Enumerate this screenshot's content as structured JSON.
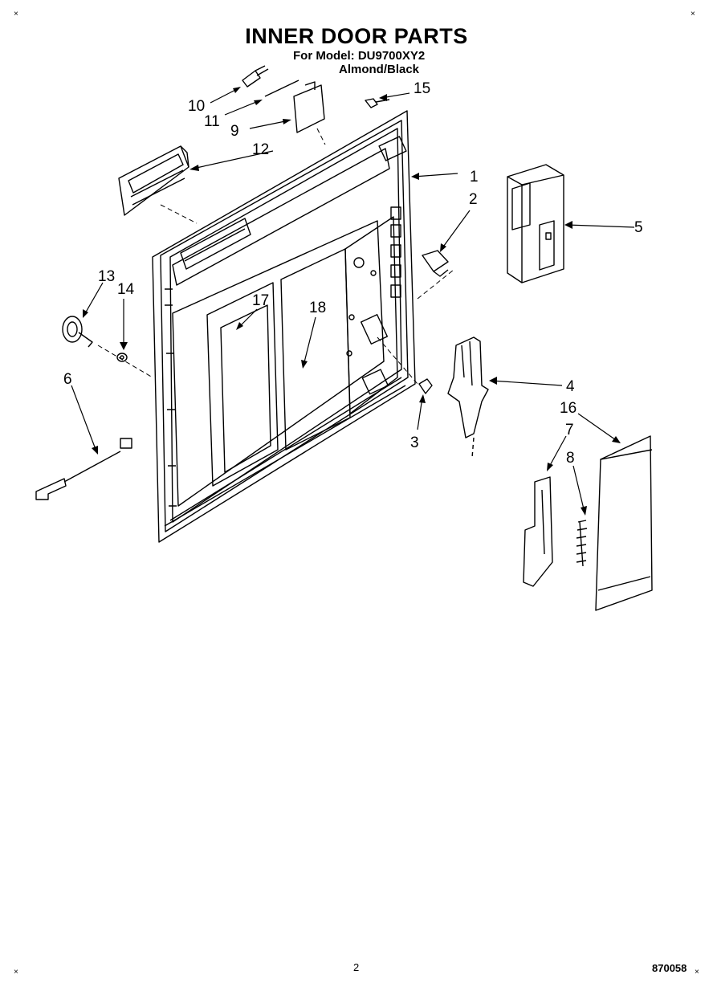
{
  "header": {
    "title": "INNER DOOR PARTS",
    "model_line": "For Model: DU9700XY2",
    "color_line": "Almond/Black"
  },
  "footer": {
    "page_number": "2",
    "part_code": "870058"
  },
  "corner_mark": "×",
  "callouts": [
    {
      "id": "1",
      "label": "1"
    },
    {
      "id": "2",
      "label": "2"
    },
    {
      "id": "3",
      "label": "3"
    },
    {
      "id": "4",
      "label": "4"
    },
    {
      "id": "5",
      "label": "5"
    },
    {
      "id": "6",
      "label": "6"
    },
    {
      "id": "7",
      "label": "7"
    },
    {
      "id": "8",
      "label": "8"
    },
    {
      "id": "9",
      "label": "9"
    },
    {
      "id": "10",
      "label": "10"
    },
    {
      "id": "11",
      "label": "11"
    },
    {
      "id": "12",
      "label": "12"
    },
    {
      "id": "13",
      "label": "13"
    },
    {
      "id": "14",
      "label": "14"
    },
    {
      "id": "15",
      "label": "15"
    },
    {
      "id": "16",
      "label": "16"
    },
    {
      "id": "17",
      "label": "17"
    },
    {
      "id": "18",
      "label": "18"
    }
  ]
}
